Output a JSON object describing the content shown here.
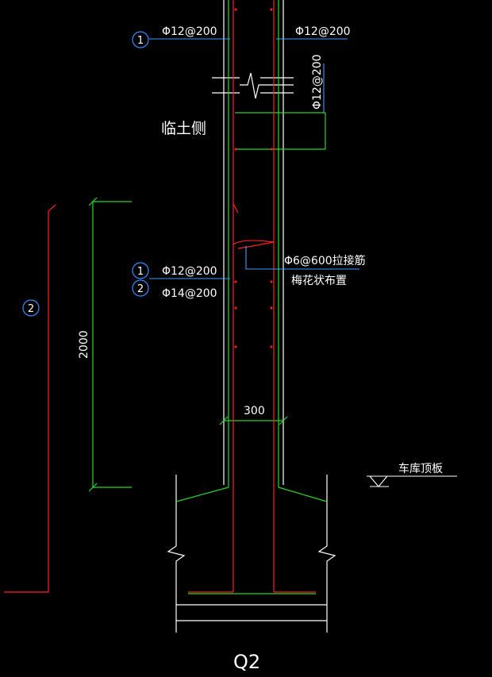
{
  "drawing": {
    "rebar_outer": "Φ12@200",
    "rebar_inner": "Φ12@200",
    "rebar_horizontal_v": "Φ12@200",
    "soil_side": "临土侧",
    "detail_1a": "Φ12@200",
    "detail_2a": "Φ14@200",
    "tie_bar": "Φ6@600拉接筋",
    "tie_layout": "梅花状布置",
    "dim_height": "2000",
    "dim_width": "300",
    "slab_label": "车库顶板",
    "wall_name": "Q2",
    "bubble_1": "1",
    "bubble_2": "2"
  },
  "colors": {
    "concrete": "#ffffff",
    "rebar": "#ff2020",
    "green": "#2bd62b",
    "leader": "#3aa0ff",
    "bubble": "#2f8fff"
  }
}
